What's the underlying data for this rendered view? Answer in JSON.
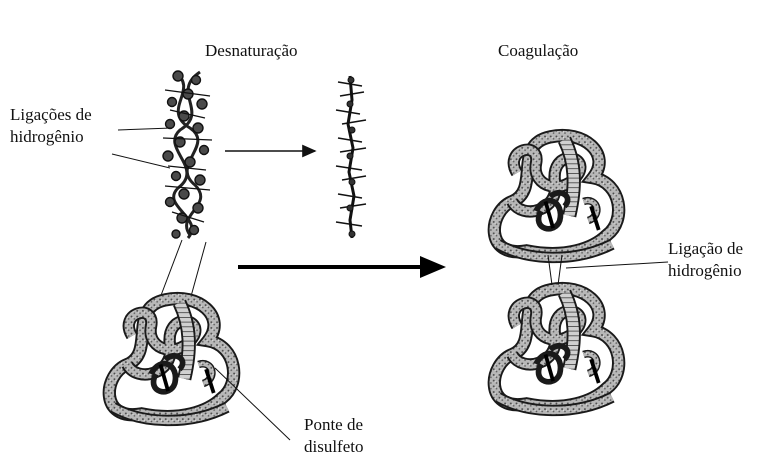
{
  "labels": {
    "denaturation": "Desnaturação",
    "coagulation": "Coagulação",
    "hydrogen_bonds_line1": "Ligações de",
    "hydrogen_bonds_line2": "hidrogênio",
    "disulfide_line1": "Ponte de",
    "disulfide_line2": "disulfeto",
    "hydrogen_bond_line1": "Ligação de",
    "hydrogen_bond_line2": "hidrogênio"
  },
  "colors": {
    "ink": "#111111",
    "strand_fill": "#9a9a9a",
    "strand_edge": "#1a1a1a",
    "background": "#ffffff"
  },
  "icons": [
    "helix-molecule",
    "denatured-chain",
    "folded-protein",
    "arrow"
  ]
}
